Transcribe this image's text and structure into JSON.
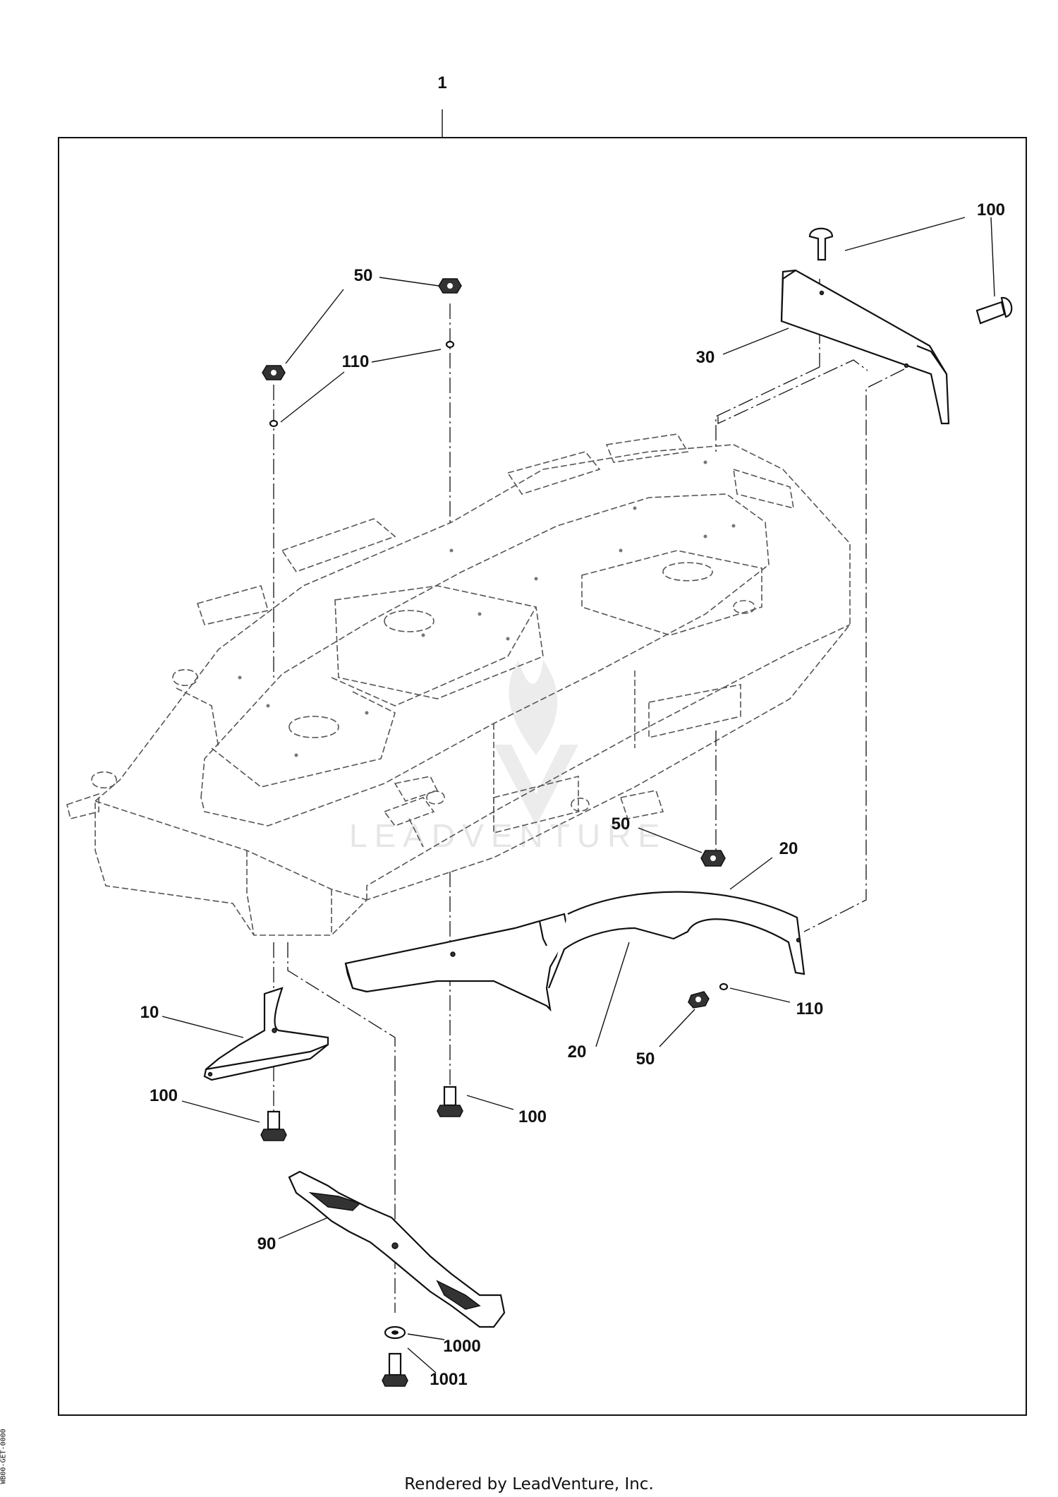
{
  "callouts": {
    "c1": "1",
    "c100_top": "100",
    "c50_left": "50",
    "c110_left": "110",
    "c30": "30",
    "c50_mid": "50",
    "c20_top": "20",
    "c10": "10",
    "c20_bottom": "20",
    "c110_right": "110",
    "c50_bottom": "50",
    "c100_left": "100",
    "c100_mid": "100",
    "c90": "90",
    "c1000": "1000",
    "c1001": "1001"
  },
  "watermark": "LEADVENTURE",
  "side_code": "WB00-GET-0000",
  "footer": "Rendered by LeadVenture, Inc."
}
